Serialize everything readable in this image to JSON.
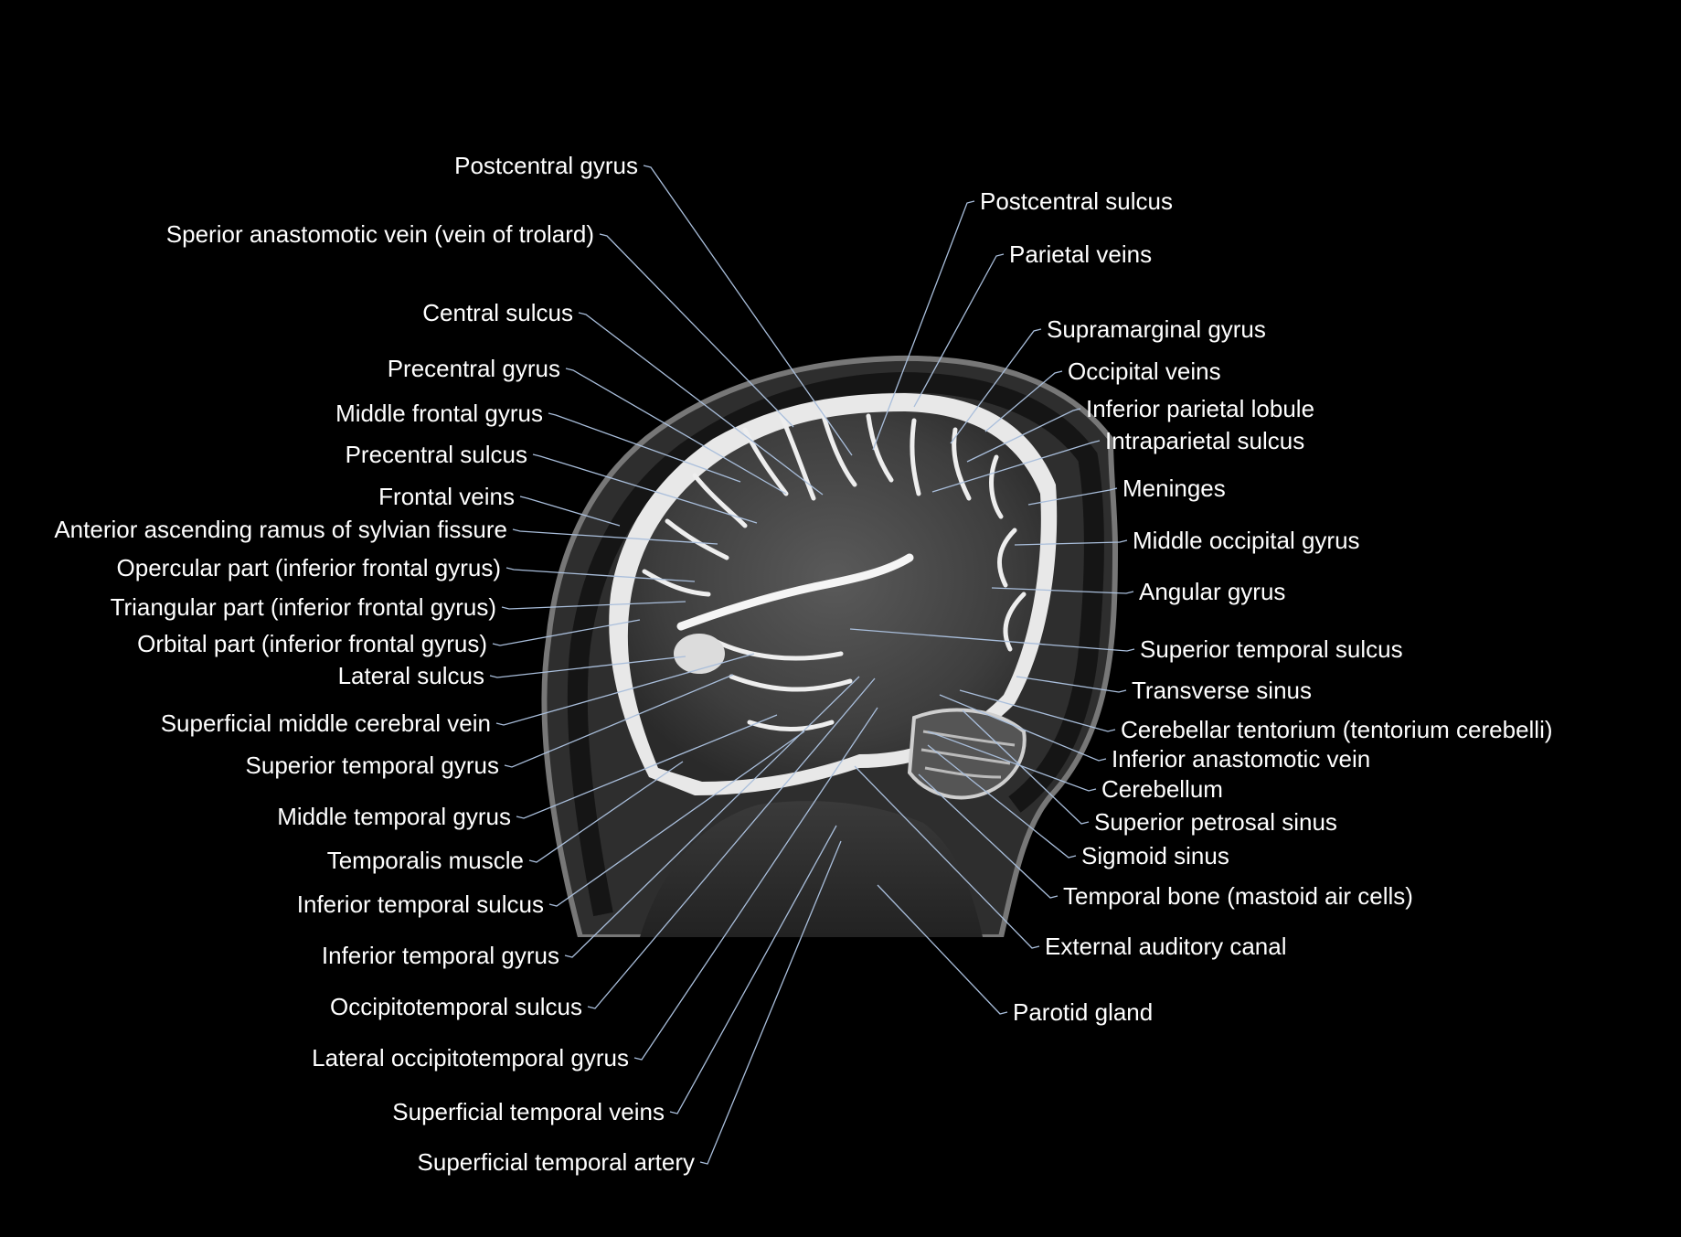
{
  "colors": {
    "background": "#000000",
    "label": "#ffffff",
    "leader": "#a9bedb",
    "mri_tissue": "#4a4a4a",
    "mri_csf": "#f2f2f2"
  },
  "labels_left": [
    "Postcentral gyrus",
    "Sperior anastomotic vein (vein of trolard)",
    "Central sulcus",
    "Precentral gyrus",
    "Middle frontal gyrus",
    "Precentral sulcus",
    "Frontal veins",
    "Anterior ascending ramus of sylvian fissure",
    "Opercular part (inferior frontal gyrus)",
    "Triangular part (inferior frontal gyrus)",
    "Orbital part (inferior frontal gyrus)",
    "Lateral sulcus",
    "Superficial middle cerebral vein",
    "Superior temporal gyrus",
    "Middle temporal gyrus",
    "Temporalis muscle",
    "Inferior temporal sulcus",
    "Inferior temporal gyrus",
    "Occipitotemporal sulcus",
    "Lateral occipitotemporal gyrus",
    "Superficial temporal veins",
    "Superficial temporal artery"
  ],
  "labels_right": [
    "Postcentral sulcus",
    "Parietal veins",
    "Supramarginal gyrus",
    "Occipital veins",
    "Inferior parietal lobule",
    "Intraparietal sulcus",
    "Meninges",
    "Middle occipital gyrus",
    "Angular gyrus",
    "Superior temporal sulcus",
    "Transverse sinus",
    "Cerebellar tentorium (tentorium cerebelli)",
    "Inferior anastomotic vein",
    "Cerebellum",
    "Superior petrosal sinus",
    "Sigmoid sinus",
    "Temporal bone (mastoid air cells)",
    "External auditory canal",
    "Parotid gland"
  ]
}
